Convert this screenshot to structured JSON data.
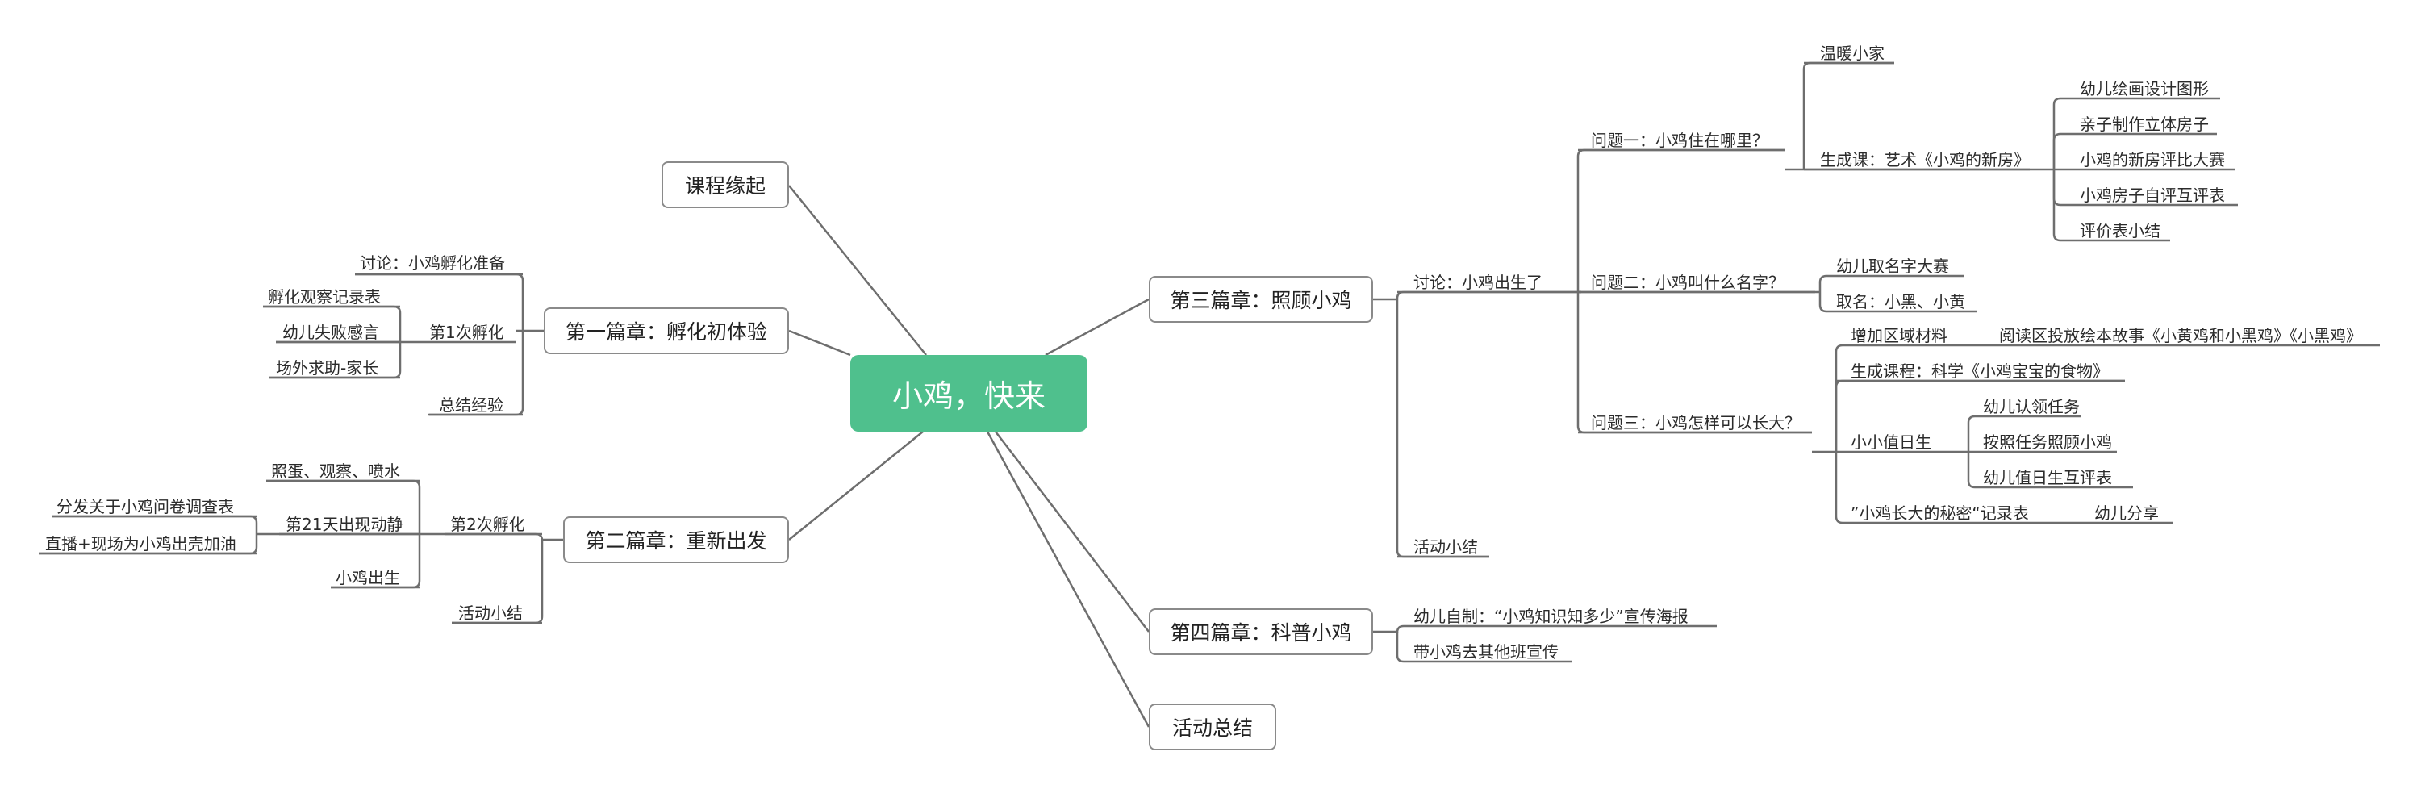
{
  "root": {
    "text": "小鸡，快来"
  },
  "branches": {
    "origin": "课程缘起",
    "ch1": "第一篇章：孵化初体验",
    "ch2": "第二篇章：重新出发",
    "ch3": "第三篇章：照顾小鸡",
    "ch4": "第四篇章：科普小鸡",
    "summary": "活动总结"
  },
  "ch1": {
    "discuss": "讨论：小鸡孵化准备",
    "first": "第1次孵化",
    "first_items": [
      "孵化观察记录表",
      "幼儿失败感言",
      "场外求助-家长"
    ],
    "summary": "总结经验"
  },
  "ch2": {
    "second": "第2次孵化",
    "items": [
      "照蛋、观察、喷水",
      "第21天出现动静",
      "小鸡出生"
    ],
    "day21_items": [
      "分发关于小鸡问卷调查表",
      "直播+现场为小鸡出壳加油"
    ],
    "summary": "活动小结"
  },
  "ch3": {
    "discuss": "讨论：小鸡出生了",
    "summary": "活动小结",
    "q1": {
      "text": "问题一：小鸡住在哪里？",
      "home": "温暖小家",
      "art": "生成课：艺术《小鸡的新房》",
      "art_items": [
        "幼儿绘画设计图形",
        "亲子制作立体房子",
        "小鸡的新房评比大赛",
        "小鸡房子自评互评表",
        "评价表小结"
      ]
    },
    "q2": {
      "text": "问题二：小鸡叫什么名字？",
      "items": [
        "幼儿取名字大赛",
        "取名：小黑、小黄"
      ]
    },
    "q3": {
      "text": "问题三：小鸡怎样可以长大？",
      "area": "增加区域材料",
      "area_item": "阅读区投放绘本故事《小黄鸡和小黑鸡》《小黑鸡》",
      "course": "生成课程：科学《小鸡宝宝的食物》",
      "duty": "小小值日生",
      "duty_items": [
        "幼儿认领任务",
        "按照任务照顾小鸡",
        "幼儿值日生互评表"
      ],
      "secret": "”小鸡长大的秘密“记录表",
      "share": "幼儿分享"
    }
  },
  "ch4": {
    "items": [
      "幼儿自制：“小鸡知识知多少”宣传海报",
      "带小鸡去其他班宣传"
    ]
  },
  "colors": {
    "root": "#4fc08d",
    "line": "#6e6e6e",
    "border": "#8a8a8a"
  }
}
